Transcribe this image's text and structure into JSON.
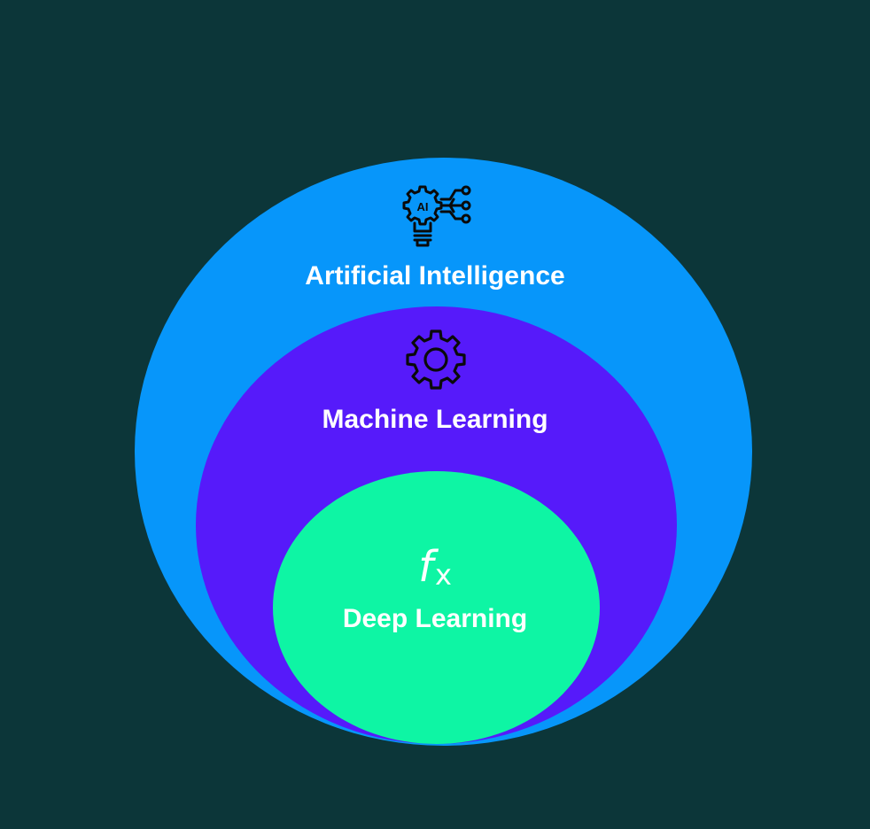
{
  "colors": {
    "background": "#0c3639",
    "ai": "#0796fa",
    "ml": "#561afa",
    "dl": "#0ef5a4",
    "text": "#ffffff",
    "icon": "#0a0a0a"
  },
  "layers": {
    "ai": {
      "label": "Artificial Intelligence",
      "icon": "ai-chip-lightbulb-icon"
    },
    "ml": {
      "label": "Machine Learning",
      "icon": "gear-icon"
    },
    "dl": {
      "label": "Deep Learning",
      "icon": "fx-function-icon",
      "icon_text": "f",
      "icon_sub": "x"
    }
  }
}
